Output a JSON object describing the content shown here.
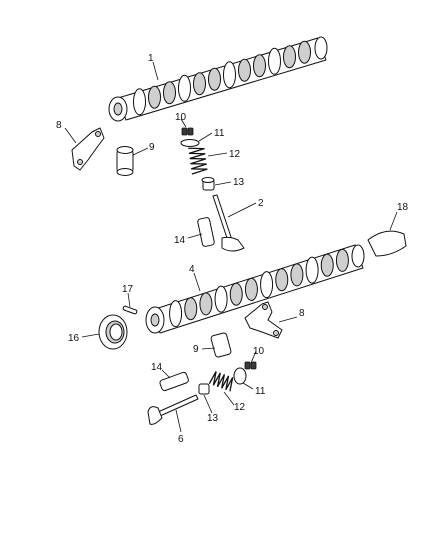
{
  "callouts": {
    "c1": "1",
    "c2": "2",
    "c4": "4",
    "c6": "6",
    "c8a": "8",
    "c8b": "8",
    "c9a": "9",
    "c9b": "9",
    "c10a": "10",
    "c10b": "10",
    "c11a": "11",
    "c11b": "11",
    "c12a": "12",
    "c12b": "12",
    "c13a": "13",
    "c13b": "13",
    "c14a": "14",
    "c14b": "14",
    "c16": "16",
    "c17": "17",
    "c18": "18"
  }
}
